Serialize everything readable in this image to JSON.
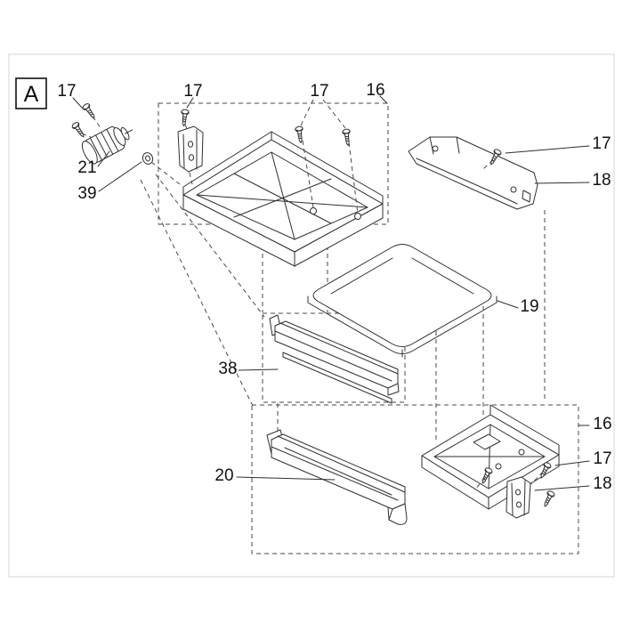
{
  "diagram": {
    "section_label": "A",
    "callouts": [
      {
        "id": "screws-top-left",
        "label": "17"
      },
      {
        "id": "motor",
        "label": "21"
      },
      {
        "id": "grommet",
        "label": "39"
      },
      {
        "id": "bracket-top",
        "label": "17"
      },
      {
        "id": "tray-screws",
        "label": "17"
      },
      {
        "id": "top-group",
        "label": "16"
      },
      {
        "id": "support-screw-right",
        "label": "17"
      },
      {
        "id": "support-right",
        "label": "18"
      },
      {
        "id": "lid",
        "label": "19"
      },
      {
        "id": "rail-upper",
        "label": "38"
      },
      {
        "id": "bottom-group",
        "label": "16"
      },
      {
        "id": "rail-lower",
        "label": "20"
      },
      {
        "id": "screw-bottom-right",
        "label": "17"
      },
      {
        "id": "bracket-bottom-right",
        "label": "18"
      }
    ],
    "colors": {
      "line": "#2f2f2f",
      "dashed_line": "#4a4a4a",
      "label_text": "#111111",
      "frame_border": "#e3e3e3",
      "background": "#ffffff"
    }
  }
}
